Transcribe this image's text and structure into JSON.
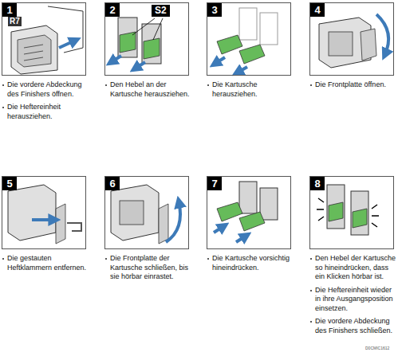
{
  "diagram": {
    "nodes": [
      {
        "text": [
          "1",
          "Die vordere Abdeckung des Finishers öffnen.",
          "Die Heftereinheit herausziehen."
        ]
      },
      {
        "text": [
          "2",
          "Den Hebel an der Kartusche herausziehen."
        ]
      },
      {
        "text": [
          "3",
          "Die Kartusche herausziehen."
        ]
      },
      {
        "text": [
          "4",
          "Die Frontplatte öffnen."
        ]
      },
      {
        "text": [
          "5",
          "Die gestauten Heftklammern entfernen."
        ]
      },
      {
        "text": [
          "6",
          "Die Frontplatte der Kartusche schließen, bis sie hörbar einrastet."
        ]
      },
      {
        "text": [
          "7",
          "Die Kartusche vorsichtig hineindrücken."
        ]
      },
      {
        "text": [
          "8",
          "Den Hebel der Kartusche so hineindrücken, dass ein Klicken hörbar ist.",
          "Die Heftereinheit wieder in ihre Ausgangsposition einsetzen.",
          "Die vordere Abdeckung des Finishers schließen."
        ]
      }
    ],
    "labels": [
      "R7",
      "S2",
      "D0CMIC1612"
    ]
  }
}
